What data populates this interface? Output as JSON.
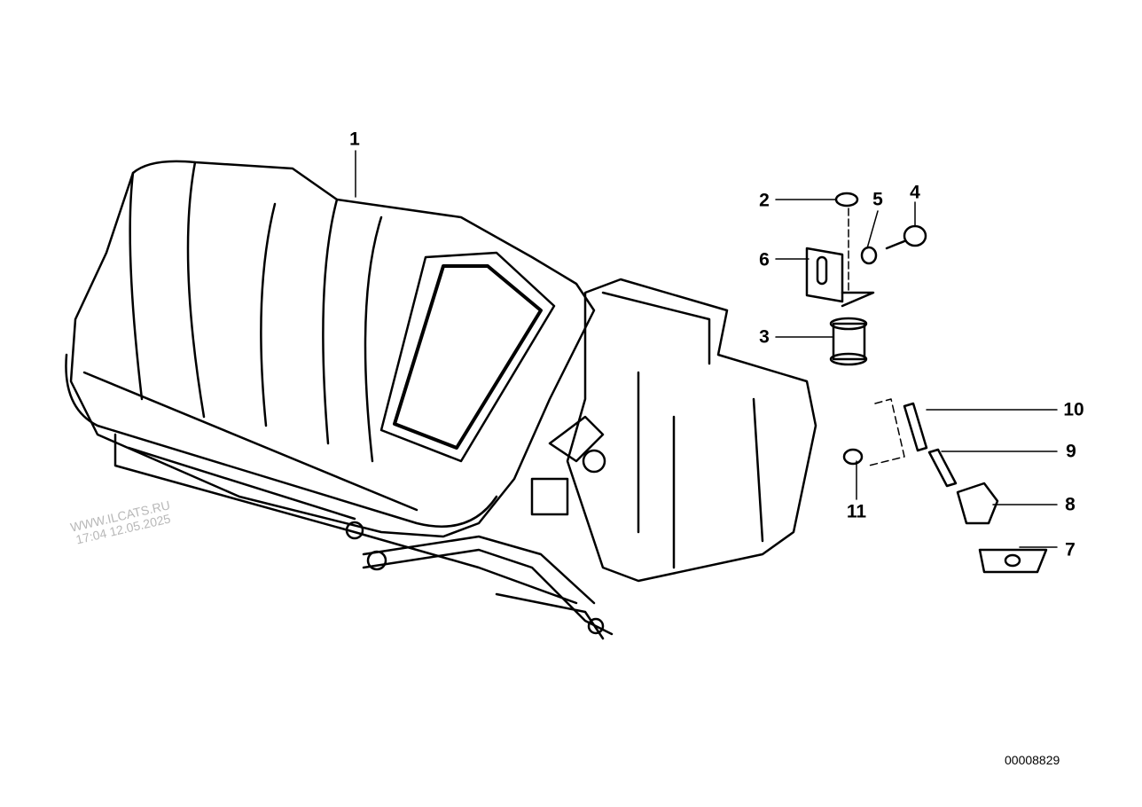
{
  "diagram": {
    "callouts": [
      {
        "id": "1",
        "label": "1"
      },
      {
        "id": "2",
        "label": "2"
      },
      {
        "id": "3",
        "label": "3"
      },
      {
        "id": "4",
        "label": "4"
      },
      {
        "id": "5",
        "label": "5"
      },
      {
        "id": "6",
        "label": "6"
      },
      {
        "id": "7",
        "label": "7"
      },
      {
        "id": "8",
        "label": "8"
      },
      {
        "id": "9",
        "label": "9"
      },
      {
        "id": "10",
        "label": "10"
      },
      {
        "id": "11",
        "label": "11"
      }
    ],
    "diagram_number": "00008829",
    "watermark": {
      "line1": "WWW.ILCATS.RU",
      "line2": "17:04 12.05.2025"
    },
    "ink_color": "#000000"
  }
}
